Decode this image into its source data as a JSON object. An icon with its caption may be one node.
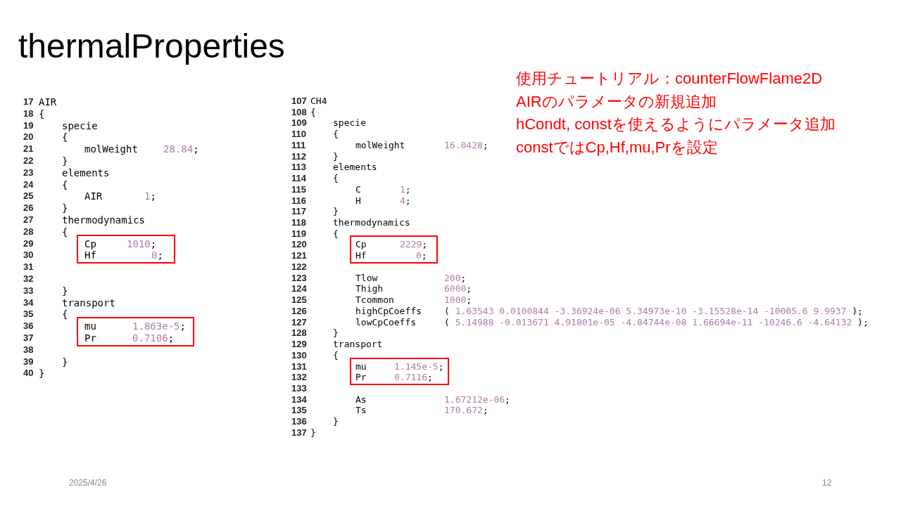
{
  "diagram": {
    "title": "thermalProperties",
    "nodes": [
      {
        "text": [
          "Cp 1010;",
          "Hf 0;"
        ]
      },
      {
        "text": [
          "mu 1.863e-5;",
          "Pr 0.7106;"
        ]
      },
      {
        "text": [
          "Cp 2229;",
          "Hf 0;"
        ]
      },
      {
        "text": [
          "mu 1.145e-5;",
          "Pr 0.7116;"
        ]
      }
    ],
    "labels": [
      "使用チュートリアル：counterFlowFlame2D",
      "AIRのパラメータの新規追加",
      "hCondt, constを使えるようにパラメータ追加",
      "constではCp,Hf,mu,Prを設定",
      "17",
      "AIR",
      "18",
      "{",
      "19",
      "specie",
      "20",
      "{",
      "21",
      "molWeight",
      "28.84;",
      "22",
      "}",
      "23",
      "elements",
      "24",
      "{",
      "25",
      "AIR",
      "1;",
      "26",
      "}",
      "27",
      "thermodynamics",
      "28",
      "{",
      "29",
      "30",
      "31",
      "32",
      "33",
      "}",
      "34",
      "transport",
      "35",
      "{",
      "36",
      "37",
      "38",
      "39",
      "}",
      "40",
      "}",
      "107",
      "CH4",
      "108",
      "{",
      "109",
      "specie",
      "110",
      "{",
      "111",
      "molWeight",
      "16.0428;",
      "112",
      "}",
      "113",
      "elements",
      "114",
      "{",
      "115",
      "C",
      "1;",
      "116",
      "H",
      "4;",
      "117",
      "}",
      "118",
      "thermodynamics",
      "119",
      "{",
      "120",
      "121",
      "122",
      "123",
      "Tlow",
      "200;",
      "124",
      "Thigh",
      "6000;",
      "125",
      "Tcommon",
      "1000;",
      "126",
      "highCpCoeffs",
      "( 1.63543 0.0100844 -3.36924e-06 5.34973e-10 -3.15528e-14 -10005.6 9.9937 );",
      "127",
      "lowCpCoeffs",
      "( 5.14988 -0.013671 4.91801e-05 -4.84744e-08 1.66694e-11 -10246.6 -4.64132 );",
      "128",
      "}",
      "129",
      "transport",
      "130",
      "{",
      "131",
      "132",
      "133",
      "134",
      "As",
      "1.67212e-06;",
      "135",
      "Ts",
      "170.672;",
      "136",
      "}",
      "137",
      "}",
      "2025/4/26",
      "12"
    ]
  }
}
